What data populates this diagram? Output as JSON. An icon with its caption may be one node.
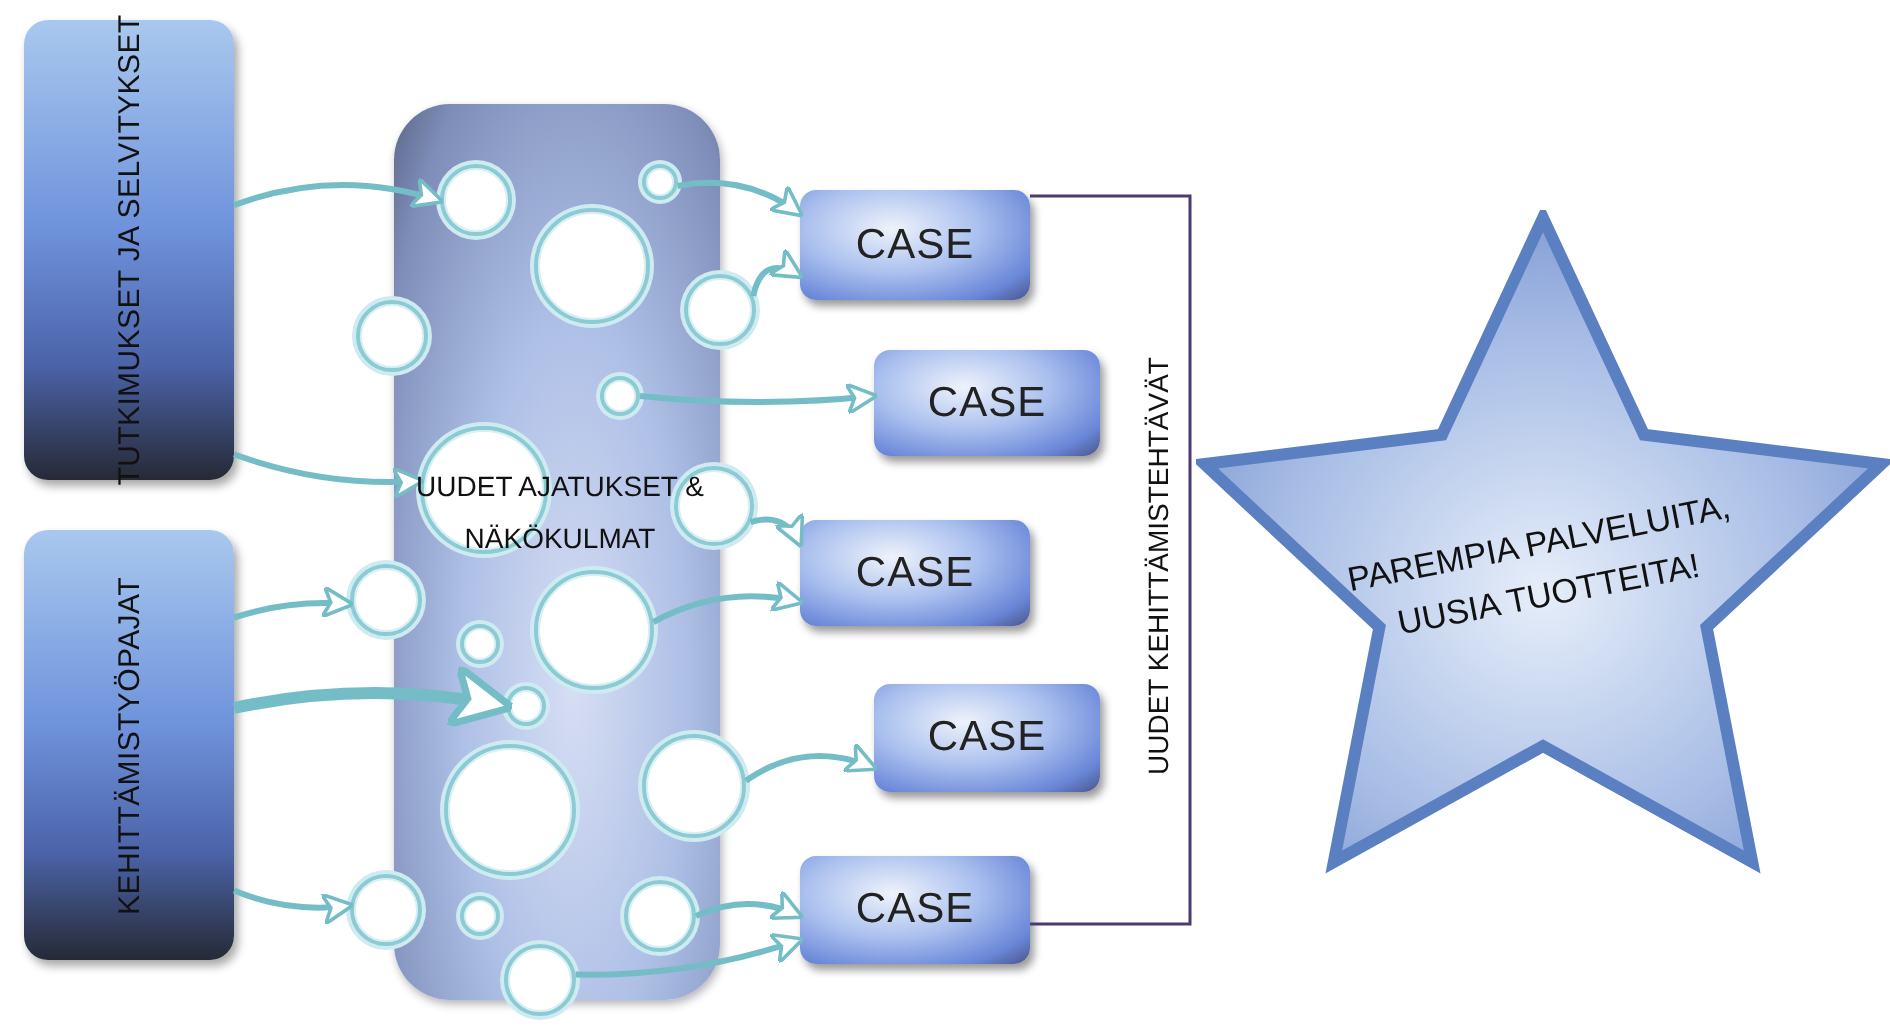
{
  "diagram": {
    "nodes": [
      {
        "text": [
          "TUTKIMUKSET JA SELVITYKSET"
        ]
      },
      {
        "text": [
          "KEHITTÄMISTYÖPAJAT"
        ]
      },
      {
        "text": [],
        "shape": "box"
      },
      {
        "text": [],
        "shape": "circle",
        "in": 2
      },
      {
        "text": [],
        "shape": "circle",
        "in": 2
      },
      {
        "text": [],
        "shape": "circle",
        "in": 2
      },
      {
        "text": [],
        "shape": "circle"
      },
      {
        "text": [],
        "shape": "circle"
      },
      {
        "text": [],
        "shape": "circle",
        "in": 2
      },
      {
        "text": [],
        "shape": "circle",
        "in": 2
      },
      {
        "text": [],
        "shape": "circle"
      },
      {
        "text": [
          "UUDET AJATUKSET & NÄKÖKULMAT"
        ],
        "in": 2
      },
      {
        "text": [],
        "shape": "circle"
      },
      {
        "text": [],
        "shape": "circle",
        "in": 2
      },
      {
        "text": [],
        "shape": "circle",
        "in": 2
      },
      {
        "text": [],
        "shape": "circle",
        "in": 2
      },
      {
        "text": [],
        "shape": "circle"
      },
      {
        "text": [],
        "shape": "circle",
        "in": 2
      },
      {
        "text": [],
        "shape": "circle"
      },
      {
        "text": [],
        "shape": "circle",
        "in": 2
      },
      {
        "text": [],
        "shape": "circle",
        "in": 2
      },
      {
        "text": [],
        "shape": "circle"
      },
      {
        "text": [
          "CASE"
        ]
      },
      {
        "text": [
          "CASE"
        ]
      },
      {
        "text": [
          "CASE"
        ]
      },
      {
        "text": [
          "CASE"
        ]
      },
      {
        "text": [
          "CASE"
        ]
      },
      {
        "text": [
          "PAREMPIA PALVELUITA, UUSIA TUOTTEITA!"
        ]
      }
    ],
    "edges": [
      {
        "from": 0,
        "to": 4,
        "arrow": "to"
      },
      {
        "from": 0,
        "to": 9,
        "arrow": "to"
      },
      {
        "from": 1,
        "to": 12,
        "arrow": "to"
      },
      {
        "from": 1,
        "to": 15,
        "arrow": "to",
        "style": "thick"
      },
      {
        "from": 1,
        "to": 18,
        "arrow": "to"
      },
      {
        "from": 3,
        "to": 22,
        "arrow": "to"
      },
      {
        "from": 6,
        "to": 22,
        "arrow": "to"
      },
      {
        "from": 8,
        "to": 23,
        "arrow": "to"
      },
      {
        "from": 10,
        "to": 24,
        "arrow": "to"
      },
      {
        "from": 13,
        "to": 24,
        "arrow": "to"
      },
      {
        "from": 16,
        "to": 25,
        "arrow": "to"
      },
      {
        "from": 20,
        "to": 26,
        "arrow": "to"
      },
      {
        "from": 21,
        "to": 26,
        "arrow": "to"
      }
    ],
    "labels": [
      "UUDET KEHITTÄMISTEHTÄVÄT"
    ]
  }
}
